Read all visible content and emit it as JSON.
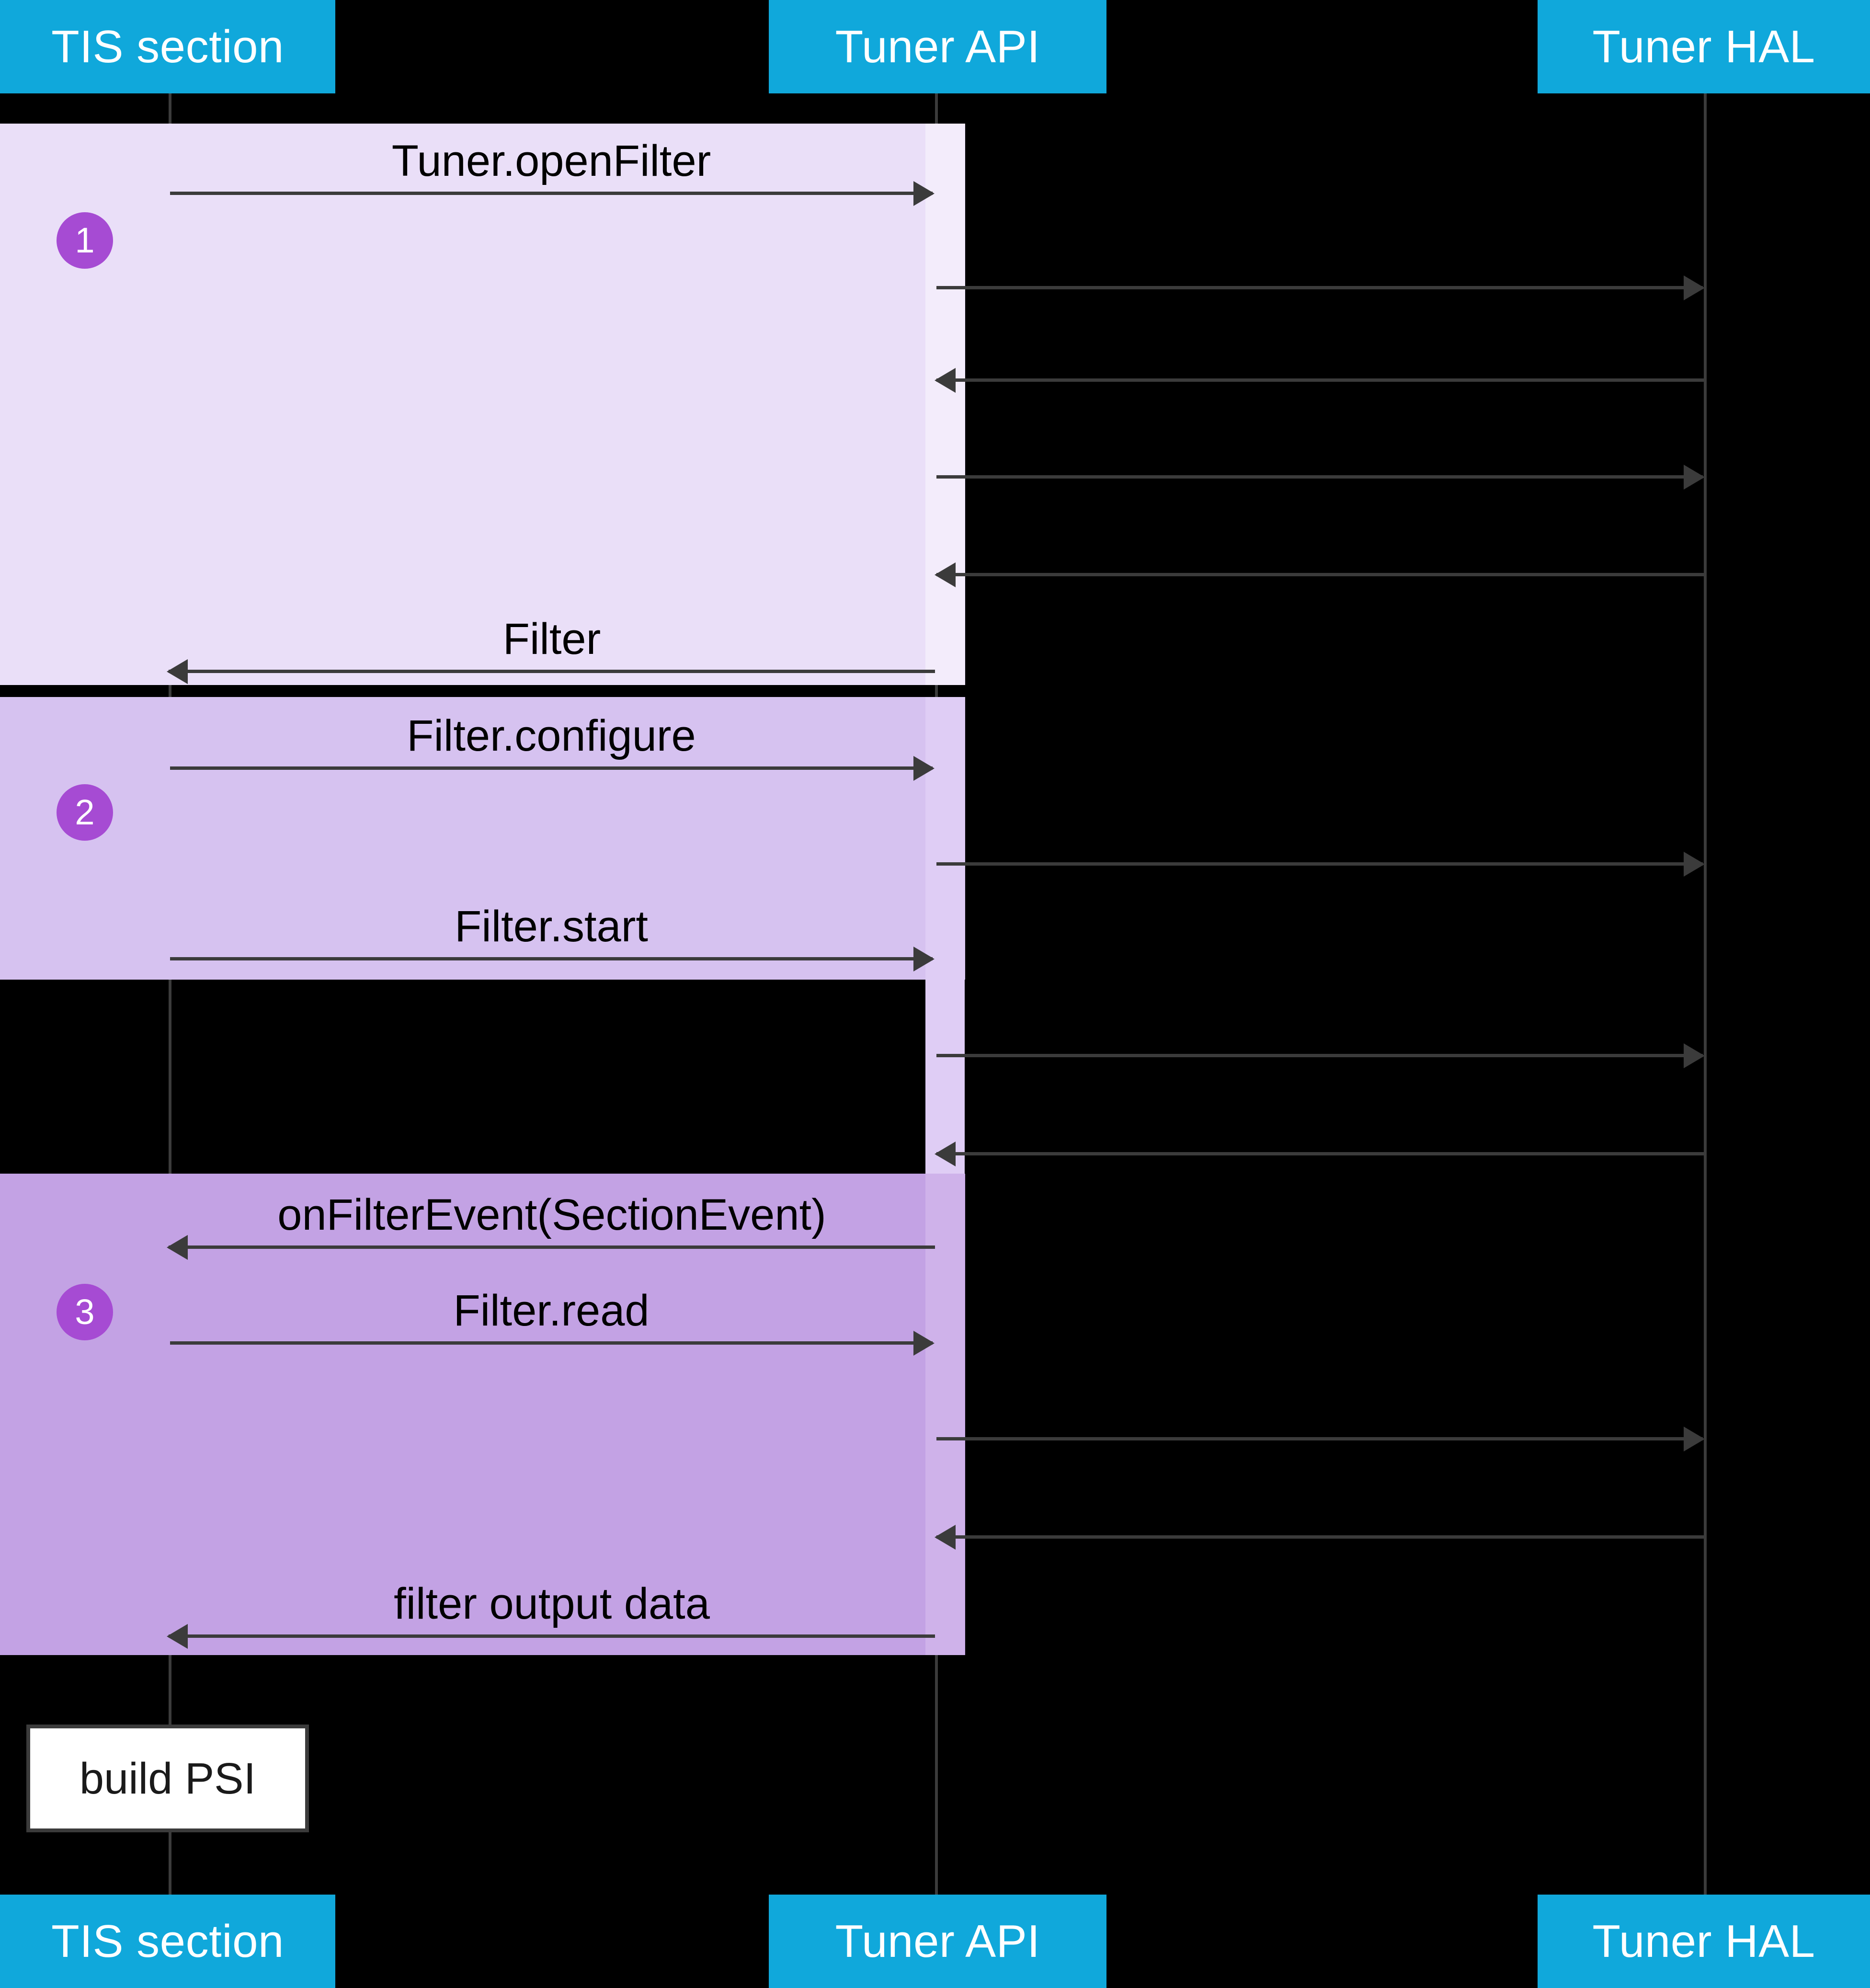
{
  "diagram": {
    "type": "uml-sequence-diagram",
    "title": "TIS section filtering via Tuner API and Tuner HAL",
    "colors": {
      "lifeline_header_bg": "#10A8DB",
      "lifeline_header_text": "#FFFFFF",
      "background": "#000000",
      "fragment_1_fill": "#EADFF8",
      "fragment_2_fill": "#D6C2F0",
      "fragment_3_fill": "#C3A2E4",
      "badge_fill": "#A64BD3",
      "badge_text": "#FFFFFF",
      "arrow": "#3B3B3B",
      "note_fill": "#FFFFFF"
    }
  },
  "lifelines": [
    {
      "id": "tis",
      "label": "TIS section"
    },
    {
      "id": "api",
      "label": "Tuner API"
    },
    {
      "id": "hal",
      "label": "Tuner HAL"
    }
  ],
  "footer_lifelines": [
    {
      "id": "tis",
      "label": "TIS section"
    },
    {
      "id": "api",
      "label": "Tuner API"
    },
    {
      "id": "hal",
      "label": "Tuner HAL"
    }
  ],
  "fragments": [
    {
      "number": "1",
      "fill": "#EADFF8"
    },
    {
      "number": "2",
      "fill": "#D6C2F0"
    },
    {
      "number": "3",
      "fill": "#C3A2E4"
    }
  ],
  "messages": [
    {
      "id": "m1",
      "label": "Tuner.openFilter",
      "from": "tis",
      "to": "api",
      "direction": "right",
      "fragment": "1"
    },
    {
      "id": "m2",
      "label": "",
      "from": "api",
      "to": "hal",
      "direction": "right",
      "fragment": "1"
    },
    {
      "id": "m3",
      "label": "",
      "from": "hal",
      "to": "api",
      "direction": "left",
      "fragment": "1"
    },
    {
      "id": "m4",
      "label": "",
      "from": "api",
      "to": "hal",
      "direction": "right",
      "fragment": "1"
    },
    {
      "id": "m5",
      "label": "",
      "from": "hal",
      "to": "api",
      "direction": "left",
      "fragment": "1"
    },
    {
      "id": "m6",
      "label": "Filter",
      "from": "api",
      "to": "tis",
      "direction": "left",
      "fragment": "1"
    },
    {
      "id": "m7",
      "label": "Filter.configure",
      "from": "tis",
      "to": "api",
      "direction": "right",
      "fragment": "2"
    },
    {
      "id": "m8",
      "label": "",
      "from": "api",
      "to": "hal",
      "direction": "right",
      "fragment": "2"
    },
    {
      "id": "m9",
      "label": "Filter.start",
      "from": "tis",
      "to": "api",
      "direction": "right",
      "fragment": "2"
    },
    {
      "id": "m10",
      "label": "",
      "from": "api",
      "to": "hal",
      "direction": "right",
      "fragment": ""
    },
    {
      "id": "m11",
      "label": "",
      "from": "hal",
      "to": "api",
      "direction": "left",
      "fragment": ""
    },
    {
      "id": "m12",
      "label": "onFilterEvent(SectionEvent)",
      "from": "api",
      "to": "tis",
      "direction": "left",
      "fragment": "3"
    },
    {
      "id": "m13",
      "label": "Filter.read",
      "from": "tis",
      "to": "api",
      "direction": "right",
      "fragment": "3"
    },
    {
      "id": "m14",
      "label": "",
      "from": "api",
      "to": "hal",
      "direction": "right",
      "fragment": "3"
    },
    {
      "id": "m15",
      "label": "",
      "from": "hal",
      "to": "api",
      "direction": "left",
      "fragment": "3"
    },
    {
      "id": "m16",
      "label": "filter output data",
      "from": "api",
      "to": "tis",
      "direction": "left",
      "fragment": "3"
    }
  ],
  "notes": [
    {
      "id": "note-build-psi",
      "label": "build PSI",
      "on": "tis"
    }
  ]
}
